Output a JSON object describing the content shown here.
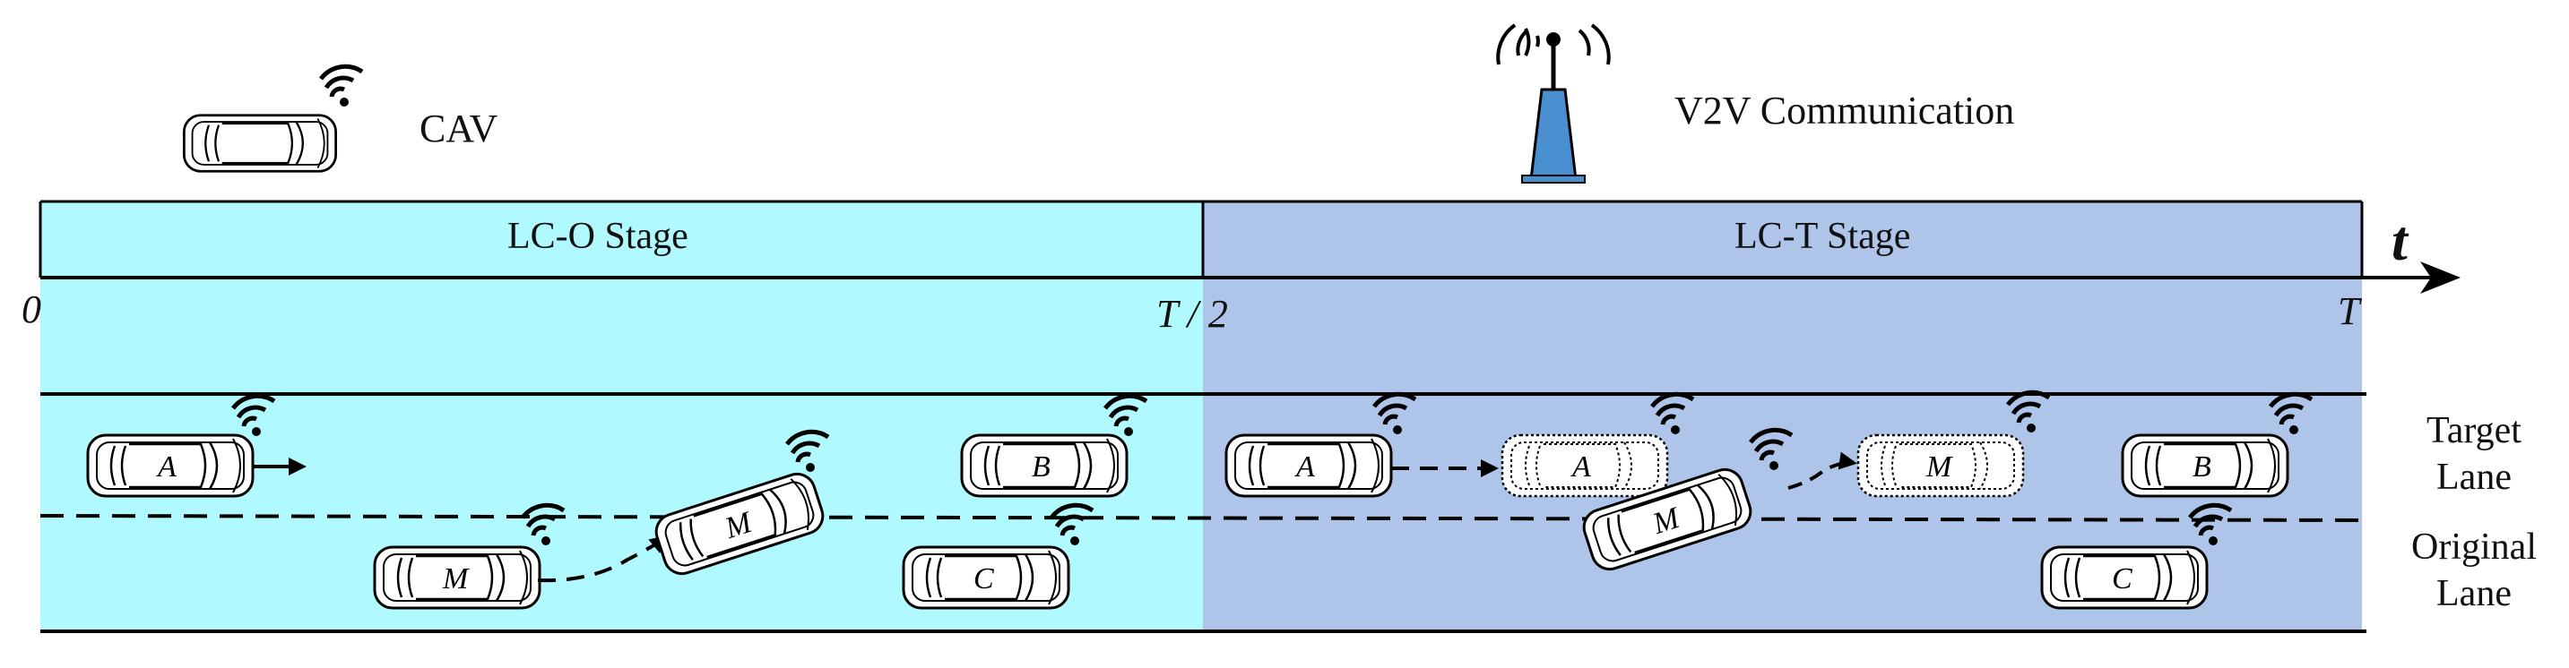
{
  "colors": {
    "lco_fill": "#b0faff",
    "lct_fill": "#aec4e8",
    "line": "#000000",
    "antenna": "#4a90d0"
  },
  "legend": {
    "cav_label": "CAV",
    "v2v_label": "V2V Communication",
    "cav_icon": "car-wifi-icon",
    "v2v_icon": "antenna-tower-icon"
  },
  "stages": {
    "lco": "LC-O Stage",
    "lct": "LC-T Stage"
  },
  "axis": {
    "start": "0",
    "mid": "T / 2",
    "end": "T",
    "var": "t"
  },
  "lanes": {
    "target_1": "Target",
    "target_2": "Lane",
    "original_1": "Original",
    "original_2": "Lane"
  },
  "vehicles": {
    "a": "A",
    "b": "B",
    "c": "C",
    "m": "M"
  }
}
